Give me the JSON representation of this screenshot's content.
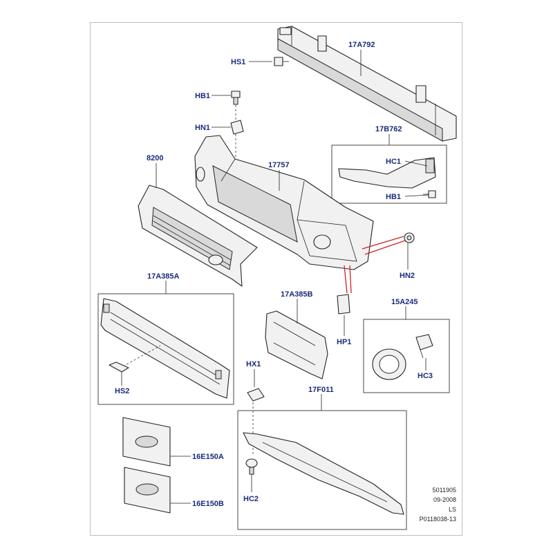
{
  "labels": {
    "hs1": "HS1",
    "p17a792": "17A792",
    "hb1_top": "HB1",
    "hn1": "HN1",
    "p17b762": "17B762",
    "p8200": "8200",
    "p17757": "17757",
    "hc1": "HC1",
    "hb1_box": "HB1",
    "hn2": "HN2",
    "p17a385a": "17A385A",
    "p17a385b": "17A385B",
    "p15a245": "15A245",
    "hp1": "HP1",
    "hc3": "HC3",
    "hs2": "HS2",
    "hx1": "HX1",
    "p17f011": "17F011",
    "p16e150a": "16E150A",
    "p16e150b": "16E150B",
    "hc2": "HC2"
  },
  "footer": {
    "line1": "5011905",
    "line2": "09-2008",
    "line3": "LS",
    "line4": "P0118038-13"
  },
  "colors": {
    "label": "#1a2a7a",
    "red_leader": "#d21f1f",
    "line": "#222222"
  }
}
